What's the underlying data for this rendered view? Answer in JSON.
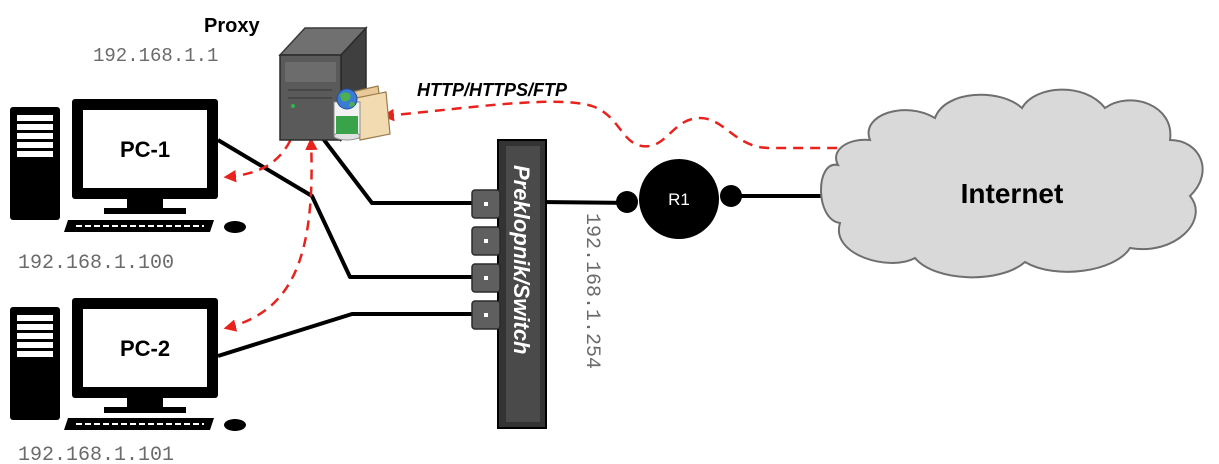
{
  "proxy": {
    "label": "Proxy",
    "ip": "192.168.1.1"
  },
  "protocols": {
    "label": "HTTP/HTTPS/FTP"
  },
  "pc1": {
    "label": "PC-1",
    "ip": "192.168.1.100"
  },
  "pc2": {
    "label": "PC-2",
    "ip": "192.168.1.101"
  },
  "switch": {
    "label": "Preklopnik/Switch",
    "port_count": 4
  },
  "router": {
    "label": "R1",
    "ip": "192.168.1.254"
  },
  "internet": {
    "label": "Internet"
  },
  "colors": {
    "traffic": "#e8231e",
    "cloud_fill": "#d9d9d9",
    "device_black": "#000000",
    "label_gray": "#6b6b6b"
  }
}
